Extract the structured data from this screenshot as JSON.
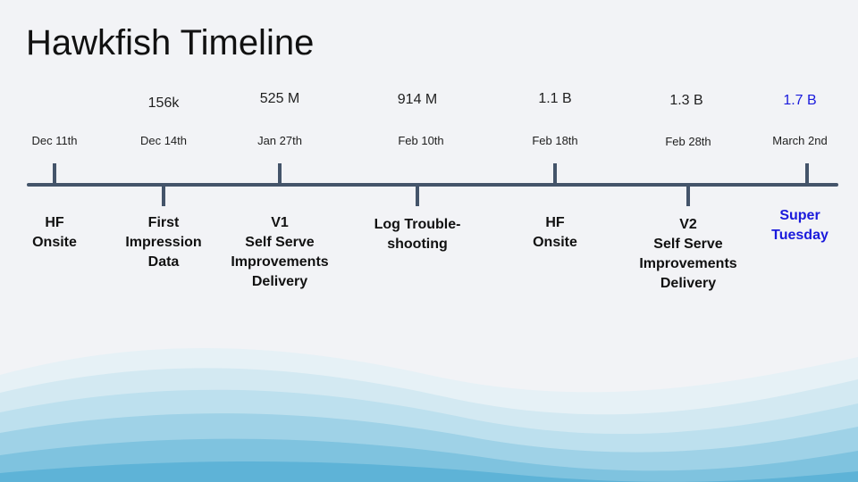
{
  "slide": {
    "title": "Hawkfish Timeline",
    "highlight_color": "#1a1adc",
    "axis_color": "#44546a"
  },
  "timeline": [
    {
      "date": "Dec 11th",
      "metric": "",
      "event": "HF\nOnsite",
      "highlight": false
    },
    {
      "date": "Dec 14th",
      "metric": "156k",
      "event": "First\nImpression\nData",
      "highlight": false
    },
    {
      "date": "Jan 27th",
      "metric": "525 M",
      "event": "V1\nSelf Serve\nImprovements\nDelivery",
      "highlight": false
    },
    {
      "date": "Feb 10th",
      "metric": "914 M",
      "event": "Log Trouble-\nshooting",
      "highlight": false
    },
    {
      "date": "Feb 18th",
      "metric": "1.1 B",
      "event": "HF\nOnsite",
      "highlight": false
    },
    {
      "date": "Feb 28th",
      "metric": "1.3 B",
      "event": "V2\nSelf Serve\nImprovements\nDelivery",
      "highlight": false
    },
    {
      "date": "March 2nd",
      "metric": "1.7 B",
      "event": "Super\nTuesday",
      "highlight": true
    }
  ]
}
